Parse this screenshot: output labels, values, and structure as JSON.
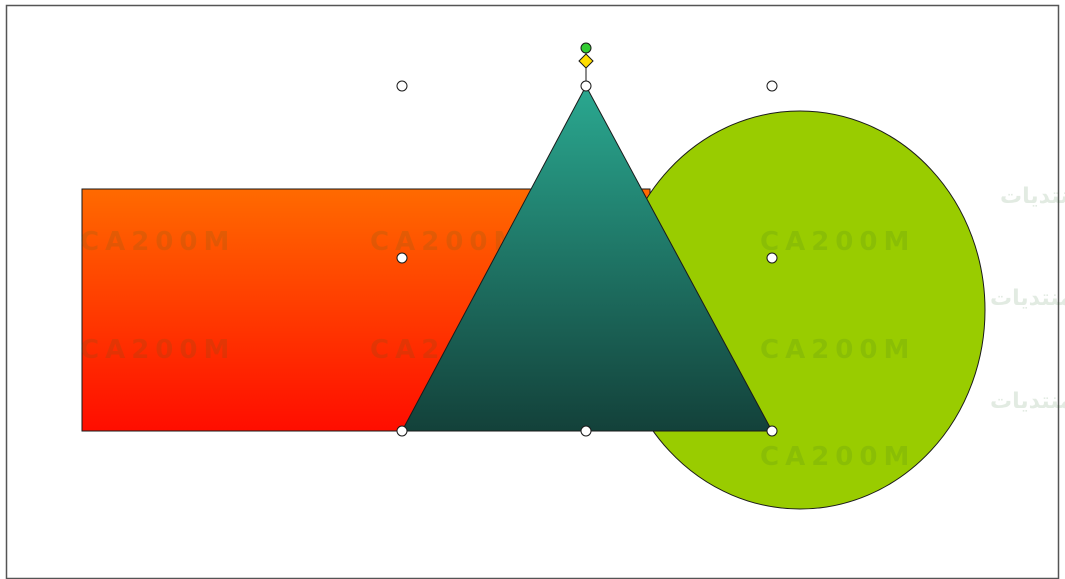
{
  "colors": {
    "rect_top": "#ff6a00",
    "rect_bottom": "#ff0d00",
    "triangle_top": "#2aa890",
    "triangle_bottom": "#13413a",
    "circle_fill": "#99cc00",
    "outline": "#1a1a1a",
    "frame": "#555555",
    "handle_fill": "#ffffff",
    "rotation_handle": "#33cc33",
    "adjust_handle": "#ffdd00",
    "watermark": "#2b6a2b"
  },
  "watermark": {
    "line_a": "عمل منتديات المشاغب فريق عمل منتديات المشاغب فريق عمل منتديات",
    "line_b": "CA200M"
  },
  "icons": {
    "rotation": "green-circle-handle",
    "adjust": "yellow-diamond-handle",
    "resize": "white-circle-handle"
  }
}
